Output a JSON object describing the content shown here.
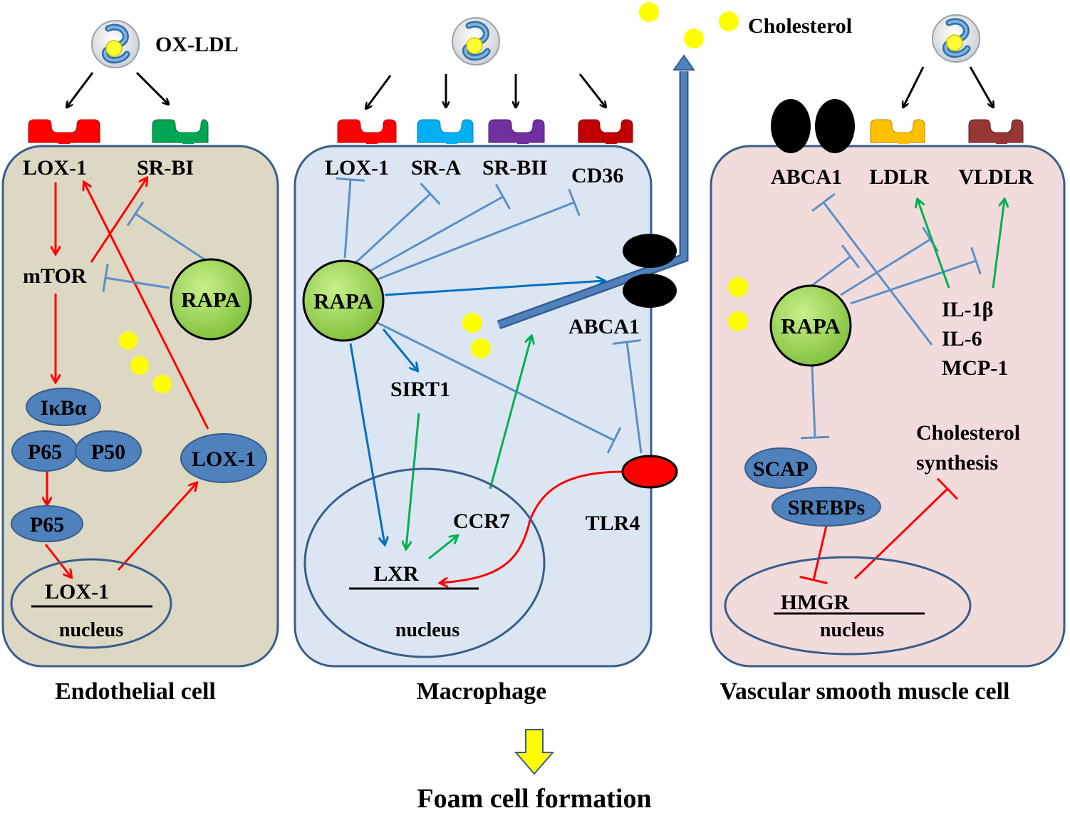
{
  "ox_ldl_label": "OX-LDL",
  "cholesterol_label": "Cholesterol",
  "endothelial": {
    "caption": "Endothelial cell",
    "receptor_lox1": "LOX-1",
    "receptor_srbi": "SR-BI",
    "mtor": "mTOR",
    "rapa": "RAPA",
    "ikba": "IκBα",
    "p65": "P65",
    "p50": "P50",
    "p65_b": "P65",
    "lox1_node": "LOX-1",
    "nucleus_gene": "LOX-1",
    "nucleus": "nucleus"
  },
  "macrophage": {
    "caption": "Macrophage",
    "receptor_lox1": "LOX-1",
    "receptor_sra": "SR-A",
    "receptor_srbii": "SR-BII",
    "receptor_cd36": "CD36",
    "rapa": "RAPA",
    "sirt1": "SIRT1",
    "abca1": "ABCA1",
    "ccr7": "CCR7",
    "tlr4": "TLR4",
    "lxr": "LXR",
    "nucleus": "nucleus"
  },
  "vsmc": {
    "caption": "Vascular smooth muscle cell",
    "abca1": "ABCA1",
    "ldlr": "LDLR",
    "vldlr": "VLDLR",
    "rapa": "RAPA",
    "il1b": "IL-1β",
    "il6": "IL-6",
    "mcp1": "MCP-1",
    "cholesterol_synthesis_1": "Cholesterol",
    "cholesterol_synthesis_2": "synthesis",
    "scap": "SCAP",
    "srebps": "SREBPs",
    "hmgr": "HMGR",
    "nucleus": "nucleus"
  },
  "outcome": "Foam cell formation",
  "colors": {
    "endothelial_fill": "#ddd8c4",
    "macrophage_fill": "#dce6f2",
    "vsmc_fill": "#f2dcdb",
    "cell_border": "#385d8a",
    "node_fill": "#4f81bd",
    "rapa_fill": "#92d050",
    "activation_red": "#ff0000",
    "activation_green": "#00b050",
    "activation_blue": "#0070c0",
    "inhibition_blue": "#5b8fc7",
    "cholesterol_yellow": "#ffff00",
    "outcome_arrow": "#ffff00"
  },
  "icons": [
    "ox-ldl-particle-icon",
    "receptor-icon",
    "abca1-transporter-icon",
    "cholesterol-dot-icon"
  ]
}
